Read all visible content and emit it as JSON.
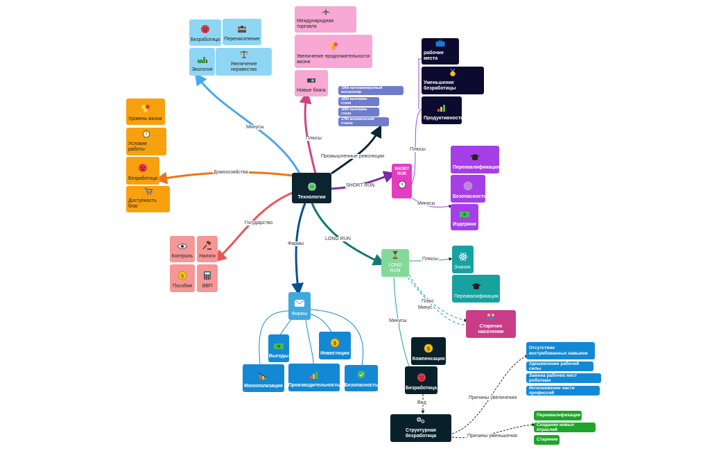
{
  "root": "Технологии",
  "branch_labels": {
    "minusy_top": "Минусы",
    "plusy_top": "Плюсы",
    "revolutions": "Промышленные революции",
    "household": "Домохозяйства",
    "short_run": "SHORT RUN",
    "state": "Государство",
    "firms": "Фирмы",
    "long_run": "LONG RUN",
    "sr_plusy": "Плюсы",
    "sr_minusy": "Минусы",
    "lr_plusy": "Плюсы",
    "lr_plus": "Плюс",
    "lr_minus": "Минус",
    "lr_minusy": "Минусы",
    "vid": "Вид",
    "increase_causes": "Причины увеличения",
    "decrease_causes": "Причины уменьшения"
  },
  "minusy_top": {
    "unemployment": "Безработица",
    "overpopulation": "Перенаселение",
    "ecology": "Экология",
    "inequality": "Увеличение неравества"
  },
  "plusy_top": {
    "trade": "Международная торговля",
    "life": "Увеличение продолжительности жизни",
    "goods": "Новые блага"
  },
  "revolutions": [
    "1968 программируемый контроллер",
    "1856 выплавка стали",
    "1856 выплавка стали",
    "1785 механический станок"
  ],
  "household": {
    "living": "Уровень жизни",
    "work": "Условие работы",
    "unemployment": "Безработица",
    "access": "Доступность благ"
  },
  "state": {
    "control": "Контроль",
    "taxes": "Налоги",
    "benefits": "Пособия",
    "gdp": "ВВП"
  },
  "firms": {
    "title": "Фирмы",
    "profit": "Выгоды",
    "investment": "Инвестиции",
    "monopoly": "Монополизация",
    "productivity": "Производительность",
    "safety": "Безопасность"
  },
  "short_run": {
    "title": "SHORT RUN",
    "jobs": "рабочие места",
    "less_unemployment": "Уменьшение безработицы",
    "productivity": "Продуктивность",
    "retraining": "Переквалификация",
    "safety": "Безопасность",
    "costs": "Издержки"
  },
  "long_run": {
    "title": "LONG RUN",
    "knowledge": "Знания",
    "retraining": "Переквалификация",
    "aging": "Старение населения",
    "compensation": "Компенсация",
    "unemployment": "Безработица",
    "structural": "Структурная безработица"
  },
  "increase_causes": [
    "Отсутствие востребованных навыков",
    "Удешевление рабочей силы",
    "Замена рабочих мест роботами",
    "Исчезновение части профессий"
  ],
  "decrease_causes": [
    "Переквалификация",
    "Создание новых отраслей",
    "Старение"
  ],
  "colors": {
    "minusy_line": "#4aa8ec",
    "plusy_line": "#d2437f",
    "revolution_line": "#0b2430",
    "household_line": "#ee7316",
    "shortrun_line": "#7b2aa8",
    "state_line": "#ec5454",
    "firms_line": "#0a5090",
    "longrun_line": "#127a72"
  }
}
